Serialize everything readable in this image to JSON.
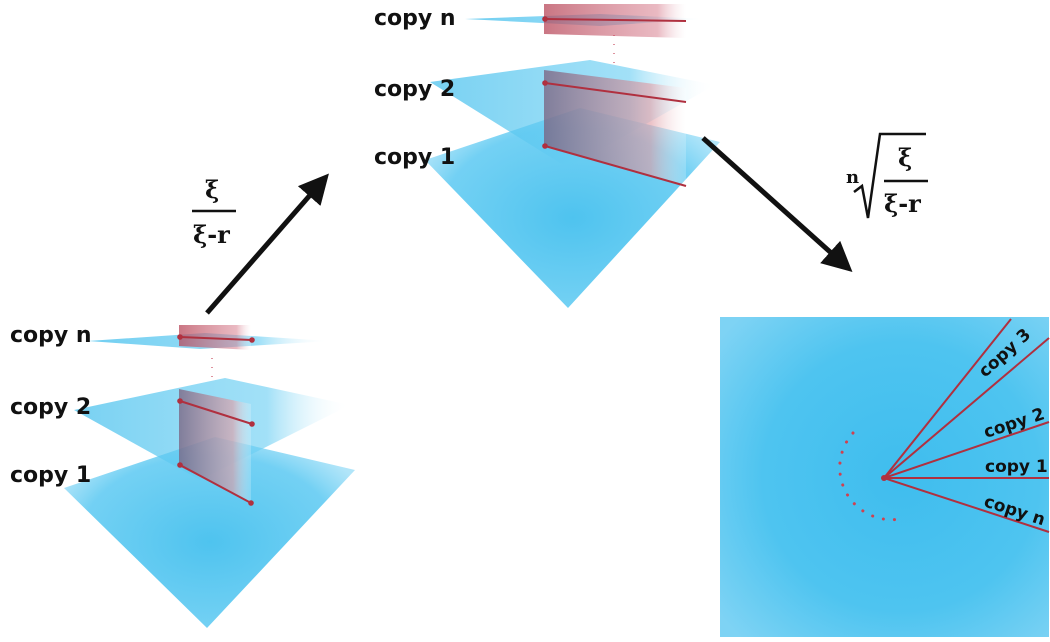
{
  "left_stack": {
    "labels": {
      "n": "copy n",
      "two": "copy 2",
      "one": "copy 1"
    }
  },
  "middle_stack": {
    "labels": {
      "n": "copy n",
      "two": "copy 2",
      "one": "copy 1"
    }
  },
  "formula_1": {
    "numerator": "ξ",
    "denominator": "ξ-r"
  },
  "formula_2": {
    "index": "n",
    "numerator": "ξ",
    "denominator": "ξ-r"
  },
  "unrolled_panel": {
    "labels": {
      "copy3": "copy 3",
      "copy2": "copy 2",
      "copy1": "copy 1",
      "copyn": "copy n"
    }
  },
  "colors": {
    "sheet_blue": "#4fc3ee",
    "sheet_red": "#c84b5e",
    "cut_line": "#b0303f",
    "arrow": "#111111"
  }
}
